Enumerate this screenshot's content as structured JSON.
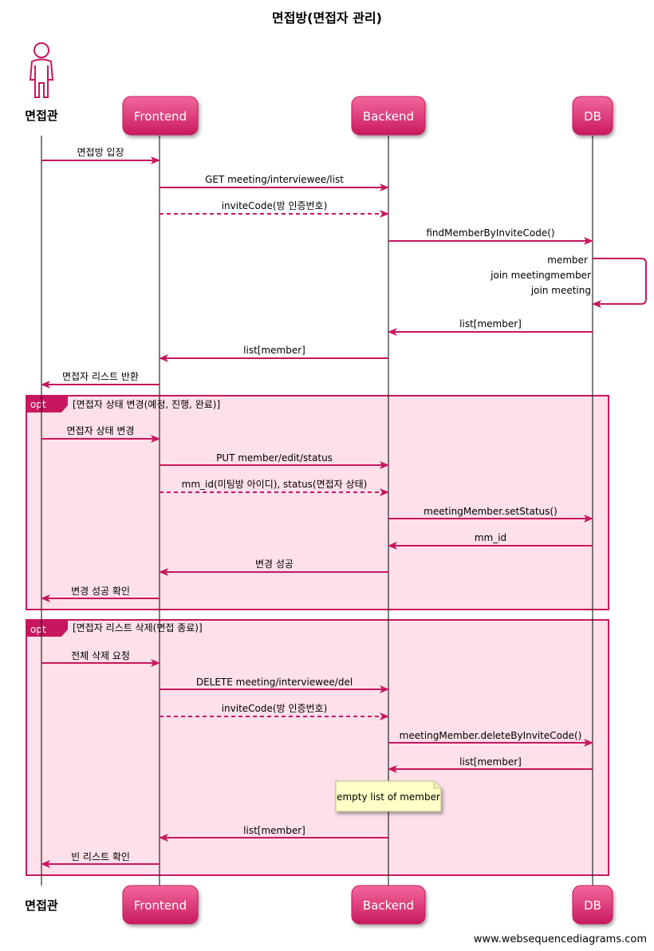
{
  "title": "면접방(면접자 관리)",
  "participants": {
    "interviewer": "면접관",
    "frontend": "Frontend",
    "backend": "Backend",
    "db": "DB"
  },
  "messages": {
    "m1": "면접방 입장",
    "m2": "GET meeting/interviewee/list",
    "m3": "inviteCode(방 인증번호)",
    "m4": "findMemberByInviteCode()",
    "m5a": "member",
    "m5b": "join meetingmember",
    "m5c": "join meeting",
    "m6": "list[member]",
    "m7": "list[member]",
    "m8": "면접자 리스트 반환"
  },
  "opt1": {
    "tag": "opt",
    "condition": "[면접자 상태 변경(예정, 진행, 완료)]",
    "messages": {
      "a1": "면접자 상태 변경",
      "a2": "PUT member/edit/status",
      "a3": "mm_id(미팅방 아이디), status(면접자 상태)",
      "a4": "meetingMember.setStatus()",
      "a5": "mm_id",
      "a6": "변경 성공",
      "a7": "변경 성공 확인"
    }
  },
  "opt2": {
    "tag": "opt",
    "condition": "[면접자 리스트 삭제(면접 종료)]",
    "messages": {
      "b1": "전체 삭제 요청",
      "b2": "DELETE meeting/interviewee/del",
      "b3": "inviteCode(방 인증번호)",
      "b4": "meetingMember.deleteByInviteCode()",
      "b5": "list[member]",
      "b6": "list[member]",
      "b7": "빈 리스트 확인"
    },
    "note": "empty list of member"
  },
  "watermark": "www.websequencediagrams.com",
  "colors": {
    "accent": "#c8175f",
    "box_top": "#ef5a94",
    "box_bottom": "#cc1d62",
    "frame_fill": "#fde0ea",
    "note_fill": "#ffffc8"
  }
}
